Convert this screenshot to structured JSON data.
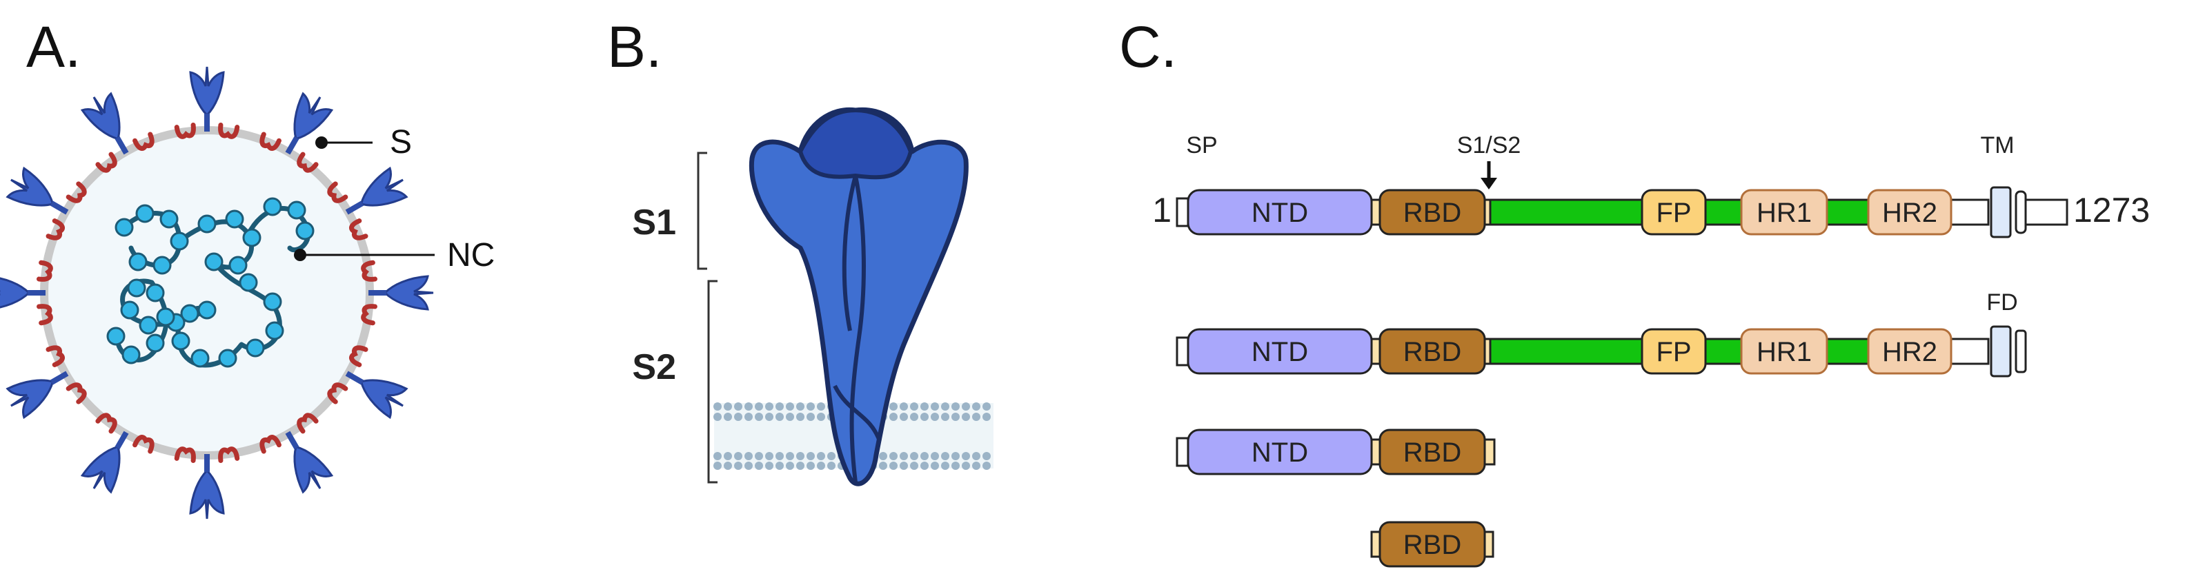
{
  "panel_a": {
    "label": "A.",
    "callout_s": "S",
    "callout_nc": "NC"
  },
  "panel_b": {
    "label": "B.",
    "bracket_s1": "S1",
    "bracket_s2": "S2"
  },
  "panel_c": {
    "label": "C.",
    "sp": "SP",
    "s1s2": "S1/S2",
    "tm": "TM",
    "fd": "FD",
    "start_number": "1",
    "end_number": "1273",
    "domains": {
      "ntd": "NTD",
      "rbd": "RBD",
      "fp": "FP",
      "hr1": "HR1",
      "hr2": "HR2"
    },
    "colors": {
      "ntd": "#a9a7fb",
      "rbd": "#b4772a",
      "fp": "#fbd27a",
      "hr": "#f4d0ae",
      "green": "#12c40f",
      "linker": "#fbe3ac",
      "tm": "#dde9fa"
    }
  }
}
